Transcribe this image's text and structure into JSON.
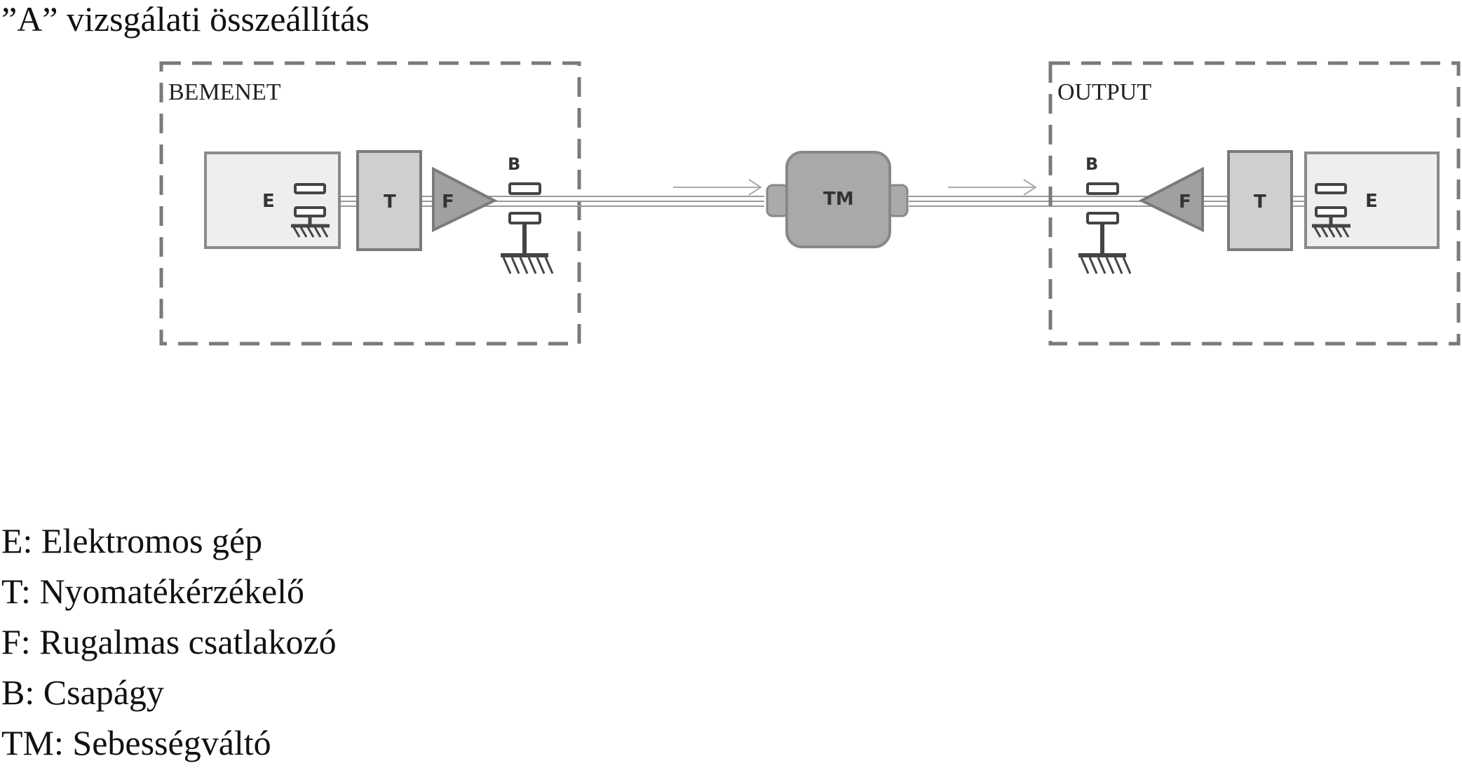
{
  "title": "”A” vizsgálati összeállítás",
  "input_group": {
    "label": "BEMENET",
    "machine": "E",
    "sensor": "T",
    "coupling": "F",
    "bearing": "B"
  },
  "gearbox": {
    "label": "TM"
  },
  "output_group": {
    "label": "OUTPUT",
    "machine": "E",
    "sensor": "T",
    "coupling": "F",
    "bearing": "B"
  },
  "legend": [
    "E: Elektromos gép",
    "T: Nyomatékérzékelő",
    "F: Rugalmas csatlakozó",
    "B: Csapágy",
    "TM: Sebességváltó"
  ]
}
